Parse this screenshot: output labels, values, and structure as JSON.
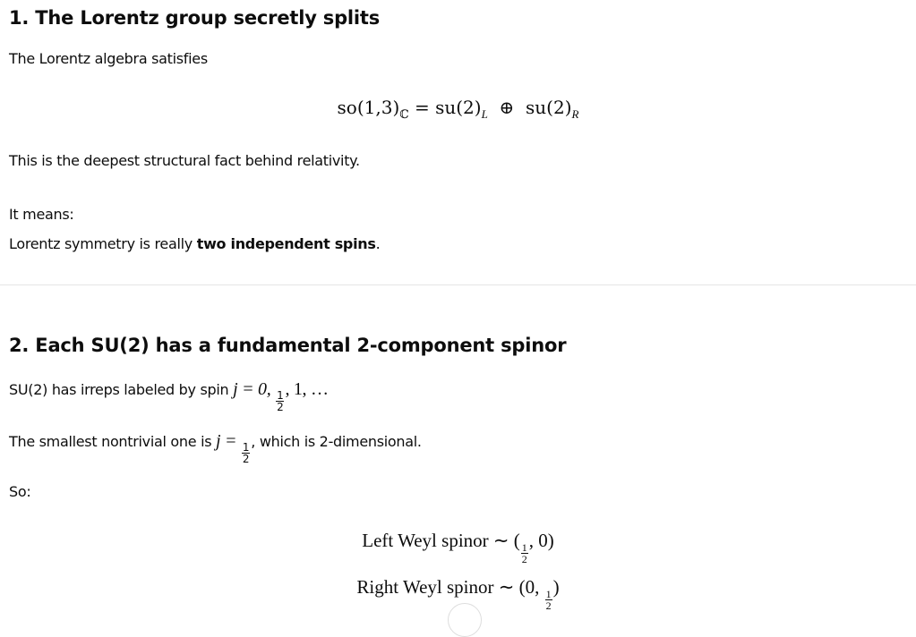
{
  "section1": {
    "heading": "1. The Lorentz group secretly splits",
    "intro": "The Lorentz algebra satisfies",
    "equation": {
      "lhs": "so(1,3)",
      "lhs_sub": "ℂ",
      "eq": "=",
      "t1": "su(2)",
      "t1_sub": "L",
      "op": "⊕",
      "t2": "su(2)",
      "t2_sub": "R"
    },
    "fact": "This is the deepest structural fact behind relativity.",
    "means": "It means:",
    "claim_pre": "Lorentz symmetry is really ",
    "claim_bold": "two independent spins",
    "claim_post": "."
  },
  "section2": {
    "heading": "2. Each SU(2) has a fundamental 2-component spinor",
    "irreps_pre": "SU(2) has irreps labeled by spin ",
    "irreps_math": "j = 0, ",
    "irreps_math_post": ", 1, …",
    "smallest_pre": "The smallest nontrivial one is ",
    "smallest_math": "j = ",
    "smallest_post": ", which is 2-dimensional.",
    "so": "So:",
    "half_num": "1",
    "half_den": "2",
    "left_label": "Left Weyl spinor",
    "left_rel": " ∼ (",
    "left_post": ", 0)",
    "right_label": "Right Weyl spinor",
    "right_rel": " ∼ (0, ",
    "right_post": ")"
  }
}
